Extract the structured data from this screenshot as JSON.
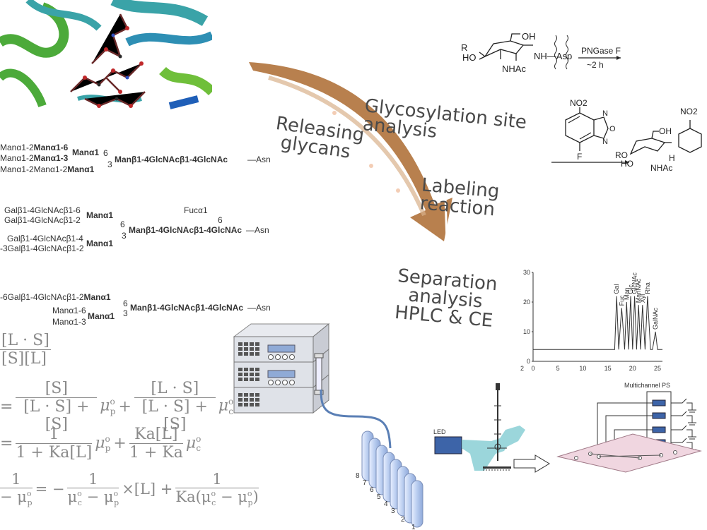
{
  "steps": {
    "releasing": "Releasing\nglycans",
    "glycosylation": "Glycosylation site\nanalysis",
    "labeling": "Labeling\nreaction",
    "separation": "Separation\nanalysis\nHPLC & CE"
  },
  "reaction": {
    "enzyme": "PNGase F",
    "time": "~2 h",
    "R": "R",
    "HO": "HO",
    "OH": "OH",
    "NHAc": "NHAc",
    "NH_Asp": "NH—Asp",
    "NO2": "NO2",
    "F": "F",
    "O": "O",
    "N": "N",
    "RO": "RO",
    "HO2": "HO",
    "OH2": "OH",
    "NHAc2": "NHAc",
    "NO2b": "NO2",
    "H": "H",
    "N2": "N"
  },
  "glycans": {
    "g1": {
      "l1a": "Manα1-2",
      "l1b": "Manα1-6",
      "l2a": "Manα1-2",
      "l2b": "Manα1-3",
      "mid": "Manα1",
      "l3": "Manα1-2Manα1-2",
      "l3b": "Manα1",
      "n6": "6",
      "n3": "3",
      "core": "Manβ1-4GlcNAcβ1-4GlcNAc",
      "asn": "—Asn"
    },
    "g2": {
      "fuc": "Fucα1",
      "fuc6": "6",
      "l1": "Galβ1-4GlcNAcβ1-6",
      "l2": "Galβ1-4GlcNAcβ1-2",
      "manA": "Manα1",
      "l3": "Galβ1-4GlcNAcβ1-4",
      "l4": "-3Galβ1-4GlcNAcβ1-2",
      "manB": "Manα1",
      "n6": "6",
      "n3": "3",
      "core": "Manβ1-4GlcNAcβ1-4GlcNAc",
      "asn": "—Asn"
    },
    "g3": {
      "l1a": "-6Galβ1-4GlcNAcβ1-2",
      "l1b": "Manα1",
      "l2": "Manα1-6",
      "l3": "Manα1-3",
      "manB": "Manα1",
      "n6": "6",
      "n3": "3",
      "core": "Manβ1-4GlcNAcβ1-4GlcNAc",
      "asn": "—Asn"
    }
  },
  "equations": {
    "e1_num": "[L · S]",
    "e1_den": "[S][L]",
    "e2_num1": "[S]",
    "e2_den1": "[L · S] + [S]",
    "e2_mu1": "μ",
    "e2_sup1": "o",
    "e2_sub1": "p",
    "e2_plus": "+",
    "e2_num2": "[L · S]",
    "e2_den2": "[L · S] + [S]",
    "e2_mu2": "μ",
    "e2_sup2": "o",
    "e2_sub2": "c",
    "eq_sign": "=",
    "e3_num1": "1",
    "e3_den1": "1 + Ka[L]",
    "e3_num2": "Ka[L]",
    "e3_den2": "1 + Ka",
    "e3_mu1": "μ",
    "e3_sup1": "o",
    "e3_sub1": "p",
    "e3_plus": "+",
    "e3_mu2": "μ",
    "e3_sup2": "o",
    "e3_sub2": "c",
    "e4_left": "1",
    "e4_leftden": "− μ",
    "e4_leftsup": "o",
    "e4_leftsub": "p",
    "e4_eq": "= −",
    "e4_num1": "1",
    "e4_den1": "μ",
    "e4_den1sup": "o",
    "e4_den1sub": "c",
    "e4_den1b": " − μ",
    "e4_den1bsup": "o",
    "e4_den1bsub": "p",
    "e4_times": "×[L] +",
    "e4_num2": "1",
    "e4_den2": "Ka(μ",
    "e4_den2sup": "o",
    "e4_den2sub": "c",
    "e4_den2b": " − μ",
    "e4_den2bsup": "o",
    "e4_den2bsub": "p",
    "e4_den2c": ")"
  },
  "chromatogram": {
    "yticks": [
      "30",
      "20",
      "10",
      "0"
    ],
    "xticks": [
      "0",
      "5",
      "10",
      "15",
      "20",
      "25"
    ],
    "xstart": "2",
    "peaks": [
      "Gal",
      "Fuc",
      "Man",
      "Glc",
      "GlcNAc",
      "ManNAc",
      "Xyl",
      "Rha",
      "GalNAc"
    ]
  },
  "chart_data": {
    "type": "line",
    "xlim": [
      0,
      26
    ],
    "ylim": [
      0,
      30
    ],
    "x": [
      0,
      16.4,
      16.8,
      17.2,
      17.8,
      18.4,
      18.8,
      19.2,
      19.6,
      20.0,
      20.4,
      20.8,
      21.2,
      21.6,
      22.0,
      22.5,
      23.0,
      23.6,
      24.0,
      24.6,
      25.0,
      25.4,
      26
    ],
    "y": [
      4,
      4,
      22,
      4,
      18,
      4,
      20,
      4,
      22,
      4,
      22,
      4,
      19,
      4,
      19,
      4,
      22,
      4,
      4,
      10,
      4,
      4,
      4
    ],
    "peak_labels": [
      "Gal",
      "Fuc",
      "Man",
      "Glc",
      "GlcNAc",
      "ManNAc",
      "Xyl",
      "Rha",
      "GalNAc"
    ]
  },
  "ce": {
    "led": "LED",
    "ps": "Multichannel  PS"
  },
  "vials": [
    "8",
    "7",
    "6",
    "5",
    "4",
    "3",
    "2",
    "1"
  ],
  "colors": {
    "arrow": "#b8804e",
    "protein_green": "#4caa3a",
    "protein_teal": "#3aa3a8",
    "vial": "#c9d9f5",
    "tube": "#5a7fb5"
  }
}
